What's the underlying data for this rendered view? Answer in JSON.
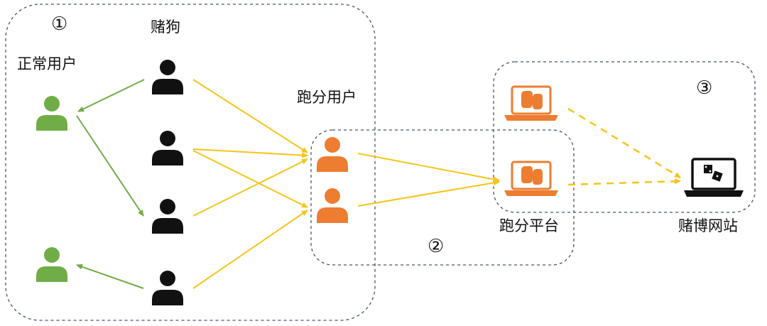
{
  "labels": {
    "region1_number": "①",
    "region2_number": "②",
    "region3_number": "③",
    "gambling_dog": "赌狗",
    "normal_user": "正常用户",
    "running_score_user": "跑分用户",
    "running_score_platform": "跑分平台",
    "gambling_site": "赌博网站"
  },
  "colors": {
    "normal_user": "#70AD47",
    "gambler": "#111111",
    "running_score_user": "#ED7D31",
    "platform": "#ED7D31",
    "arrow_yellow": "#F5C518",
    "arrow_green": "#70AD47",
    "region_border": "#44546A"
  },
  "icons": {
    "normal_user": "person-icon",
    "gambler": "person-icon",
    "running_score_user": "person-icon",
    "platform": "laptop-boxing-gloves-icon",
    "gambling_site": "laptop-dice-icon"
  }
}
